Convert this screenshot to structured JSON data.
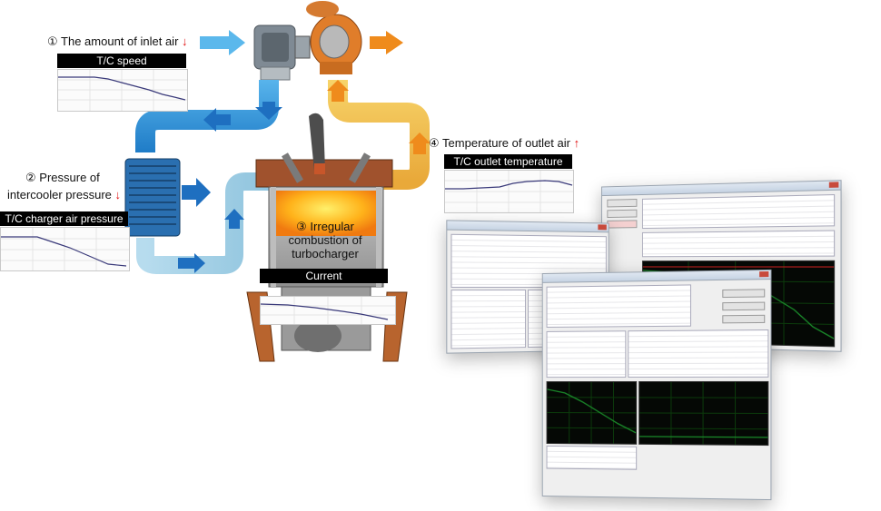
{
  "callouts": {
    "inlet": {
      "num": "①",
      "text": "The amount of inlet air",
      "arrow": "↓",
      "bar": "T/C speed"
    },
    "intercooler": {
      "num": "②",
      "line1": "Pressure of",
      "line2": "intercooler pressure",
      "arrow": "↓",
      "bar": "T/C charger air pressure"
    },
    "combustion": {
      "num": "③",
      "line1": "Irregular",
      "line2": "combustion of",
      "line3": "turbocharger",
      "bar": "Current"
    },
    "outlet": {
      "num": "④",
      "text": "Temperature of outlet air",
      "arrow": "↑",
      "bar": "T/C outlet temperature"
    }
  },
  "colors": {
    "cold_air": "#2f8fd8",
    "cool_air": "#9fcfe6",
    "hot_air": "#f2c24a",
    "exhaust": "#ef8b1c",
    "highlight_arrow": "#e01010",
    "scope_trace": "#1a8a2a"
  }
}
